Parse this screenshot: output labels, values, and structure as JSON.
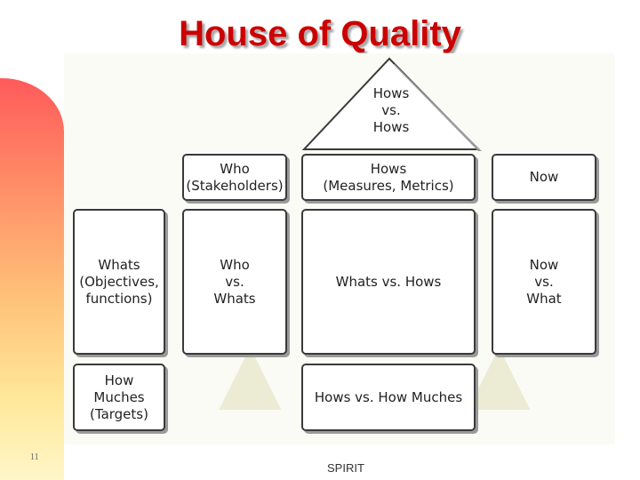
{
  "slide": {
    "title": "House of Quality",
    "page_number": "11",
    "footer": "SPIRIT"
  },
  "house": {
    "roof": "Hows\nvs.\nHows",
    "who": "Who\n(Stakeholders)",
    "hows": "Hows\n(Measures, Metrics)",
    "now": "Now",
    "whats": "Whats\n(Objectives,\nfunctions)",
    "who_vs_whats": "Who\nvs.\nWhats",
    "whats_vs_hows": "Whats vs. Hows",
    "now_vs_what": "Now\nvs.\nWhat",
    "how_muches": "How\nMuches\n(Targets)",
    "hows_vs_how_muches": "Hows vs. How Muches"
  },
  "colors": {
    "title": "#cc0000",
    "sidebar_top": "#ff5a5a",
    "sidebar_bottom": "#fff6c8"
  }
}
